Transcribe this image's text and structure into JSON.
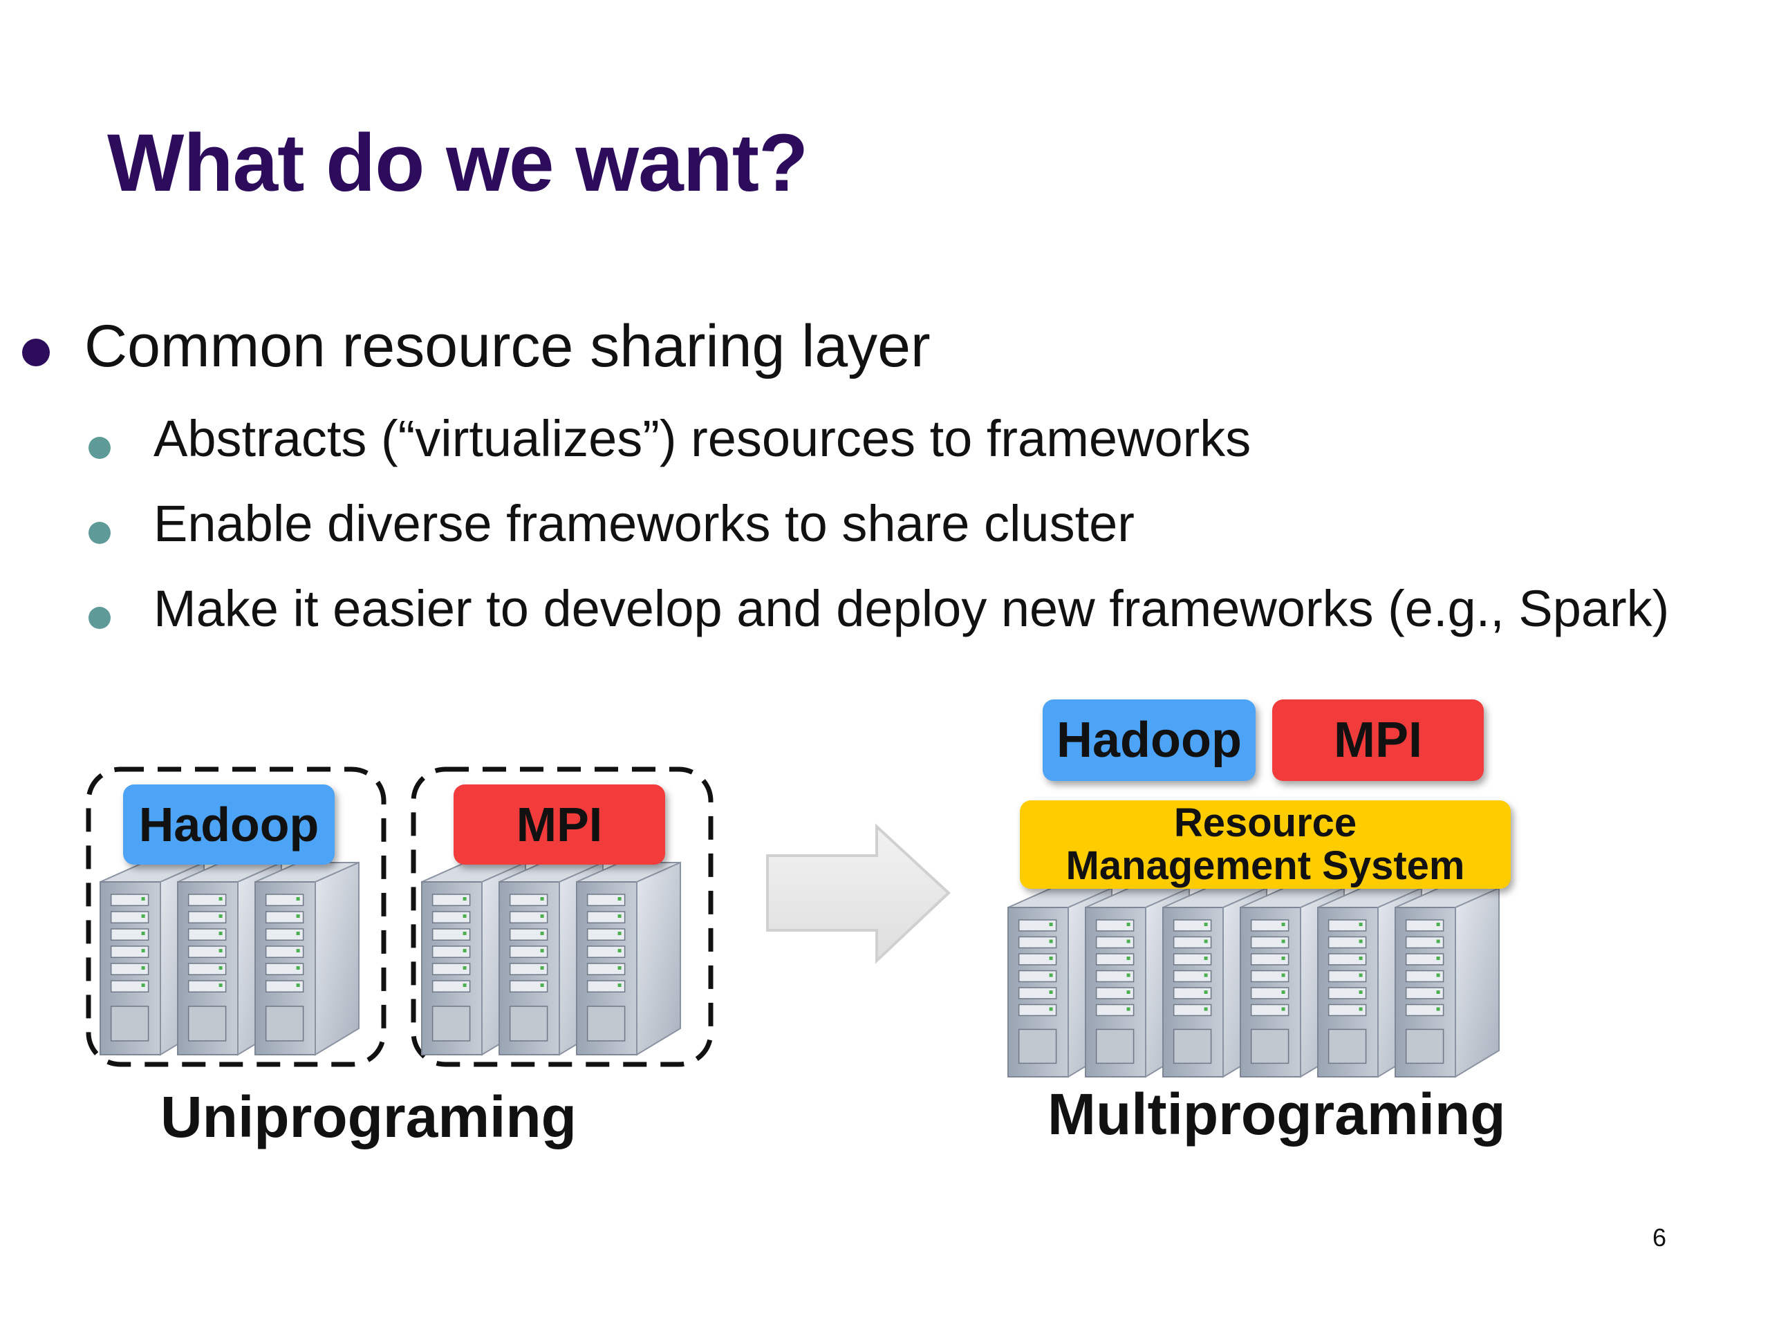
{
  "slide": {
    "title": "What do we want?",
    "bullets": [
      {
        "level": 1,
        "text": "Common resource sharing layer"
      },
      {
        "level": 2,
        "text": "Abstracts (“virtualizes”) resources to frameworks"
      },
      {
        "level": 2,
        "text": "Enable diverse frameworks to share cluster"
      },
      {
        "level": 2,
        "text": "Make it easier to develop and deploy new frameworks (e.g., Spark)"
      }
    ],
    "page_number": "6"
  },
  "diagram": {
    "uniprogramming": {
      "left_label": "Hadoop",
      "right_label": "MPI",
      "caption": "Uniprograming"
    },
    "multiprogramming": {
      "top_left_label": "Hadoop",
      "top_right_label": "MPI",
      "layer_line1": "Resource",
      "layer_line2": "Management System",
      "caption": "Multiprograming"
    },
    "colors": {
      "title": "#2d0c5c",
      "hadoop": "#4da3f6",
      "mpi": "#f23b3b",
      "resource_layer": "#ffcc00",
      "bullet_l1": "#2d0c5c",
      "bullet_l2": "#5e9a98"
    },
    "icons": [
      "server-tower-icon",
      "arrow-right-icon",
      "dashed-group-outline"
    ]
  }
}
